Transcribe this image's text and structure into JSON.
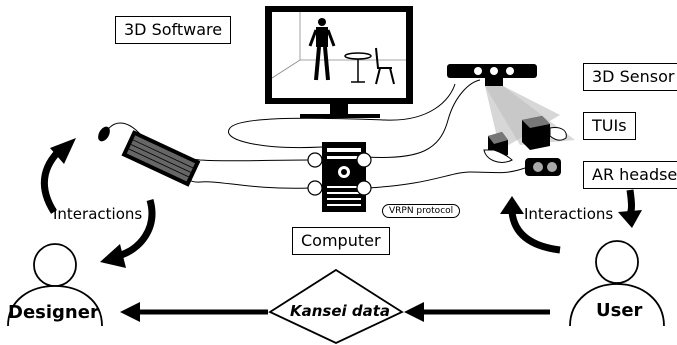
{
  "labels": {
    "software": "3D Software",
    "sensor": "3D Sensor",
    "tuis": "TUIs",
    "ar_headset": "AR headset",
    "computer": "Computer",
    "vrpn": "VRPN protocol",
    "interactions_left": "Interactions",
    "interactions_right": "Interactions",
    "designer": "Designer",
    "user": "User",
    "kansei": "Kansei data"
  }
}
